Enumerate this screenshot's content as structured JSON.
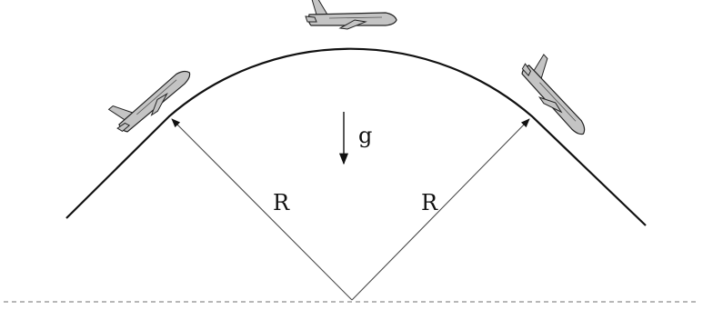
{
  "diagram": {
    "radius_label_left": "R",
    "radius_label_right": "R",
    "gravity_label": "g"
  },
  "colors": {
    "stroke": "#111111",
    "vector": "#4a4a4a",
    "plane_fill": "#c4c4c4",
    "plane_outline": "#222222",
    "baseline": "#8c8c8c"
  },
  "icons": [
    "airplane-icon"
  ]
}
